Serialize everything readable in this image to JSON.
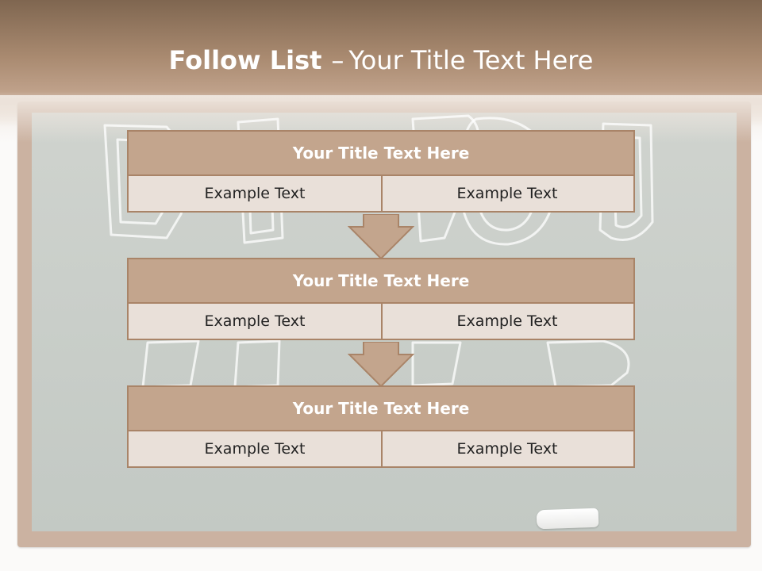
{
  "header": {
    "title_bold": "Follow List",
    "title_sep": "–",
    "title_rest": "Your Title Text Here"
  },
  "blocks": [
    {
      "title": "Your Title Text Here",
      "left_text": "Example Text",
      "right_text": "Example Text"
    },
    {
      "title": "Your Title Text Here",
      "left_text": "Example Text",
      "right_text": "Example Text"
    },
    {
      "title": "Your Title Text Here",
      "left_text": "Example Text",
      "right_text": "Example Text"
    }
  ],
  "colors": {
    "header_brown": "#7f6650",
    "block_title_bg": "#c3a58d",
    "block_body_bg": "#e9e0d9",
    "block_border": "#a98468",
    "chalkboard": "#c6cbc6"
  }
}
